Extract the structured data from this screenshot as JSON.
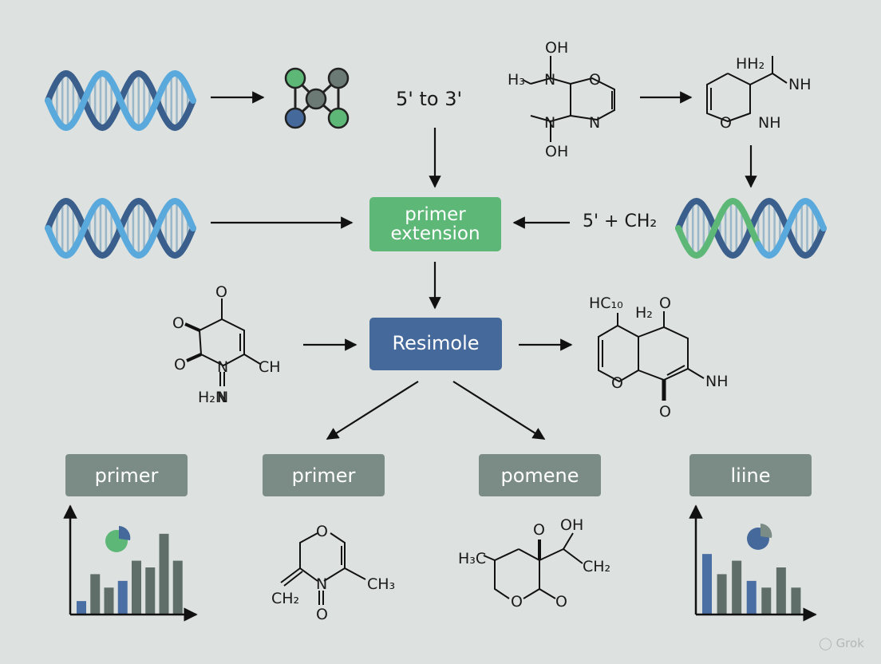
{
  "nodes": {
    "primer_extension": "primer\nextension",
    "resimole": "Resimole",
    "box_1": "primer",
    "box_2": "primer",
    "box_3": "pomene",
    "box_4": "liine"
  },
  "labels": {
    "five_to_three": "5' to 3'",
    "five_plus_ch2": "5' + CH₂"
  },
  "molecule_labels": {
    "top_bicyclic": [
      "OH",
      "N",
      "O",
      "H₃",
      "N",
      "OH",
      "N"
    ],
    "top_right_ring": [
      "HH₂",
      "NH",
      "O",
      "NH"
    ],
    "mid_left_ring": [
      "O",
      "O",
      "O",
      "N",
      "CH",
      "H₂N",
      "N"
    ],
    "mid_right_ring": [
      "HC₁₀",
      "H₂",
      "O",
      "O",
      "NH",
      "O"
    ],
    "bottom_oxazine": [
      "O",
      "N",
      "O",
      "CH₃",
      "CH₂"
    ],
    "bottom_pyran": [
      "O",
      "OH",
      "H₃C",
      "CH₂",
      "O",
      "O"
    ]
  },
  "watermark": "Grok",
  "colors": {
    "background": "#dde1df",
    "green": "#5db878",
    "blue": "#45699b",
    "grey": "#7b8c86",
    "dna_light": "#5aa9dc",
    "dna_dark": "#3a5f8c"
  },
  "chart_data": [
    {
      "type": "bar",
      "values": [
        2,
        6,
        4,
        5,
        8,
        7,
        12,
        8
      ],
      "colors": [
        "#4a6fa5",
        "#5f6e69",
        "#5f6e69",
        "#4a6fa5",
        "#5f6e69",
        "#5f6e69",
        "#5f6e69",
        "#5f6e69"
      ],
      "ylim": [
        0,
        14
      ],
      "inset": "pie",
      "grid": false
    },
    {
      "type": "bar",
      "values": [
        9,
        6,
        8,
        5,
        4,
        7,
        4
      ],
      "colors": [
        "#4a6fa5",
        "#5f6e69",
        "#5f6e69",
        "#4a6fa5",
        "#5f6e69",
        "#5f6e69",
        "#5f6e69"
      ],
      "ylim": [
        0,
        14
      ],
      "inset": "pie",
      "grid": false
    }
  ]
}
